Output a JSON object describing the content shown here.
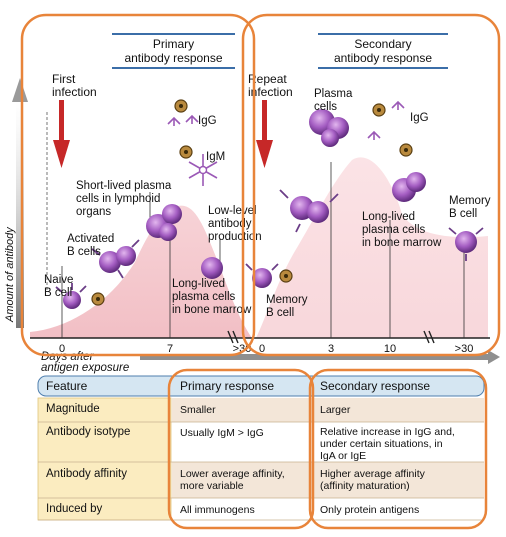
{
  "panels": {
    "primary_title": [
      "Primary",
      "antibody response"
    ],
    "secondary_title": [
      "Secondary",
      "antibody response"
    ]
  },
  "labels": {
    "first_infection": [
      "First",
      "infection"
    ],
    "repeat_infection": [
      "Repeat",
      "infection"
    ],
    "naive": [
      "Naive",
      "B cell"
    ],
    "activated": [
      "Activated",
      "B cells"
    ],
    "short_lived": [
      "Short-lived plasma",
      "cells in lymphoid",
      "organs"
    ],
    "low_level": [
      "Low-level",
      "antibody",
      "production"
    ],
    "long_lived_1": [
      "Long-lived",
      "plasma cells",
      "in bone marrow"
    ],
    "memory_1": [
      "Memory",
      "B cell"
    ],
    "plasma": [
      "Plasma",
      "cells"
    ],
    "igg_1": "IgG",
    "igm": "IgM",
    "igg_2": "IgG",
    "long_lived_2": [
      "Long-lived",
      "plasma cells",
      "in bone marrow"
    ],
    "memory_2": [
      "Memory",
      "B cell"
    ],
    "y_axis": "Amount of antibody",
    "x_axis": [
      "Days after",
      "antigen exposure"
    ],
    "ticks": [
      "0",
      "7",
      ">30",
      "0",
      "3",
      "10",
      ">30"
    ]
  },
  "table": {
    "headers": [
      "Feature",
      "Primary response",
      "Secondary response"
    ],
    "rows": [
      {
        "feature": "Magnitude",
        "primary": [
          "Smaller"
        ],
        "secondary": [
          "Larger"
        ]
      },
      {
        "feature": "Antibody isotype",
        "primary": [
          "Usually IgM > IgG"
        ],
        "secondary": [
          "Relative increase in IgG and,",
          "under certain situations, in",
          "IgA or IgE"
        ]
      },
      {
        "feature": "Antibody affinity",
        "primary": [
          "Lower average affinity,",
          "more variable"
        ],
        "secondary": [
          "Higher average affinity",
          "(affinity maturation)"
        ]
      },
      {
        "feature": "Induced by",
        "primary": [
          "All immunogens"
        ],
        "secondary": [
          "Only protein antigens"
        ]
      }
    ]
  },
  "colors": {
    "highlight": "#e8843a",
    "arrow_red": "#c62828",
    "curve_fill": "#f4c7cc",
    "cell_purple": "#8e44ad",
    "table_header": "#d5e6f2",
    "feature_col": "#fbecc0",
    "row_alt": "#f3e6d8"
  }
}
